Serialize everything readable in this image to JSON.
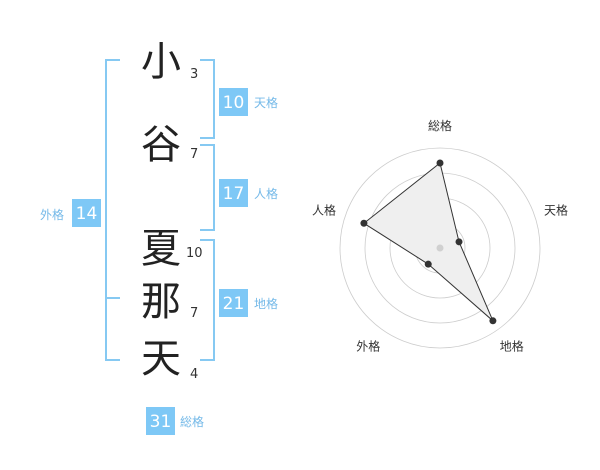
{
  "colors": {
    "accent": "#7ec8f6",
    "accent_text": "#74b9e8",
    "bracket": "#86c9f2",
    "radar_fill": "#efefef",
    "ring": "#cccccc",
    "point": "#333333"
  },
  "name": {
    "surname": [
      {
        "char": "小",
        "strokes": "3"
      },
      {
        "char": "谷",
        "strokes": "7"
      }
    ],
    "given": [
      {
        "char": "夏",
        "strokes": "10"
      },
      {
        "char": "那",
        "strokes": "7"
      },
      {
        "char": "天",
        "strokes": "4"
      }
    ]
  },
  "fortunes": {
    "tenkaku": {
      "value": "10",
      "label": "天格"
    },
    "jinkaku": {
      "value": "17",
      "label": "人格"
    },
    "chikaku": {
      "value": "21",
      "label": "地格"
    },
    "gaikaku": {
      "value": "14",
      "label": "外格"
    },
    "soukaku": {
      "value": "31",
      "label": "総格"
    }
  },
  "chart_data": {
    "type": "radar",
    "axes": [
      "総格",
      "天格",
      "地格",
      "外格",
      "人格"
    ],
    "values": [
      0.85,
      0.2,
      0.9,
      0.2,
      0.8
    ],
    "range": [
      0,
      1
    ],
    "rings": 4,
    "grid": true
  }
}
